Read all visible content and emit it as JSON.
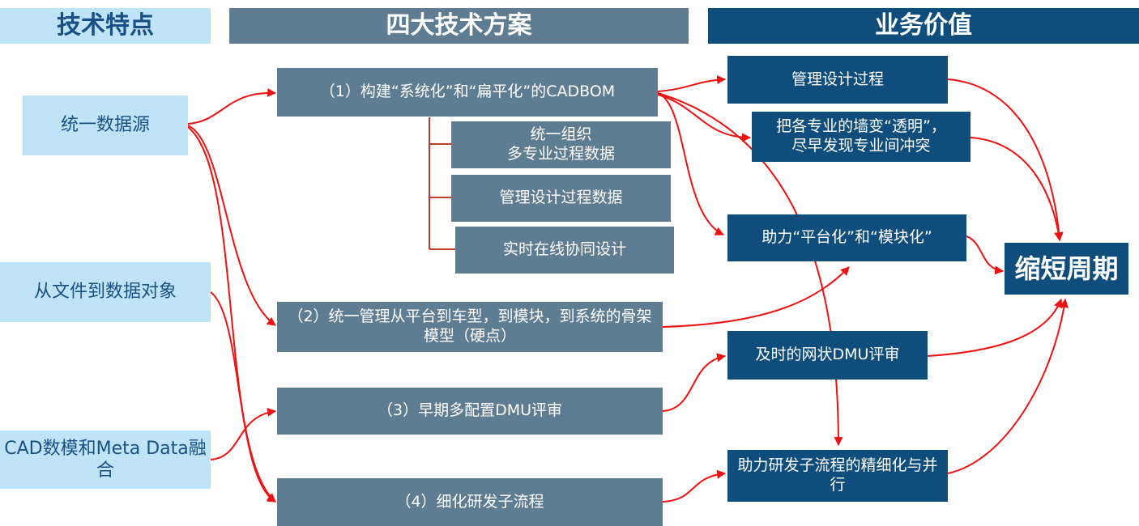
{
  "headers": {
    "features": "技术特点",
    "plans": "四大技术方案",
    "values": "业务价值"
  },
  "features": [
    "统一数据源",
    "从文件到数据对象",
    "CAD数模和Meta Data融合"
  ],
  "plans": [
    "（1）构建“系统化”和“扁平化”的CADBOM",
    "（2）统一管理从平台到车型，到模块，到系统的骨架模型（硬点）",
    "（3）早期多配置DMU评审",
    "（4）细化研发子流程"
  ],
  "plan1_subitems": [
    "统一组织\n多专业过程数据",
    "管理设计过程数据",
    "实时在线协同设计"
  ],
  "values": [
    "管理设计过程",
    "把各专业的墙变“透明”，\n尽早发现专业间冲突",
    "助力“平台化”和“模块化”",
    "及时的网状DMU评审",
    "助力研发子流程的精细化与并行"
  ],
  "outcome": "缩短周期",
  "colors": {
    "arrow": "#ee1111",
    "light_box": "#bfe4f8",
    "mid_box": "#5f7d92",
    "dark_box": "#0f4d7d",
    "feature_text": "#1a4f86",
    "sub_connector": "#c0392b"
  }
}
